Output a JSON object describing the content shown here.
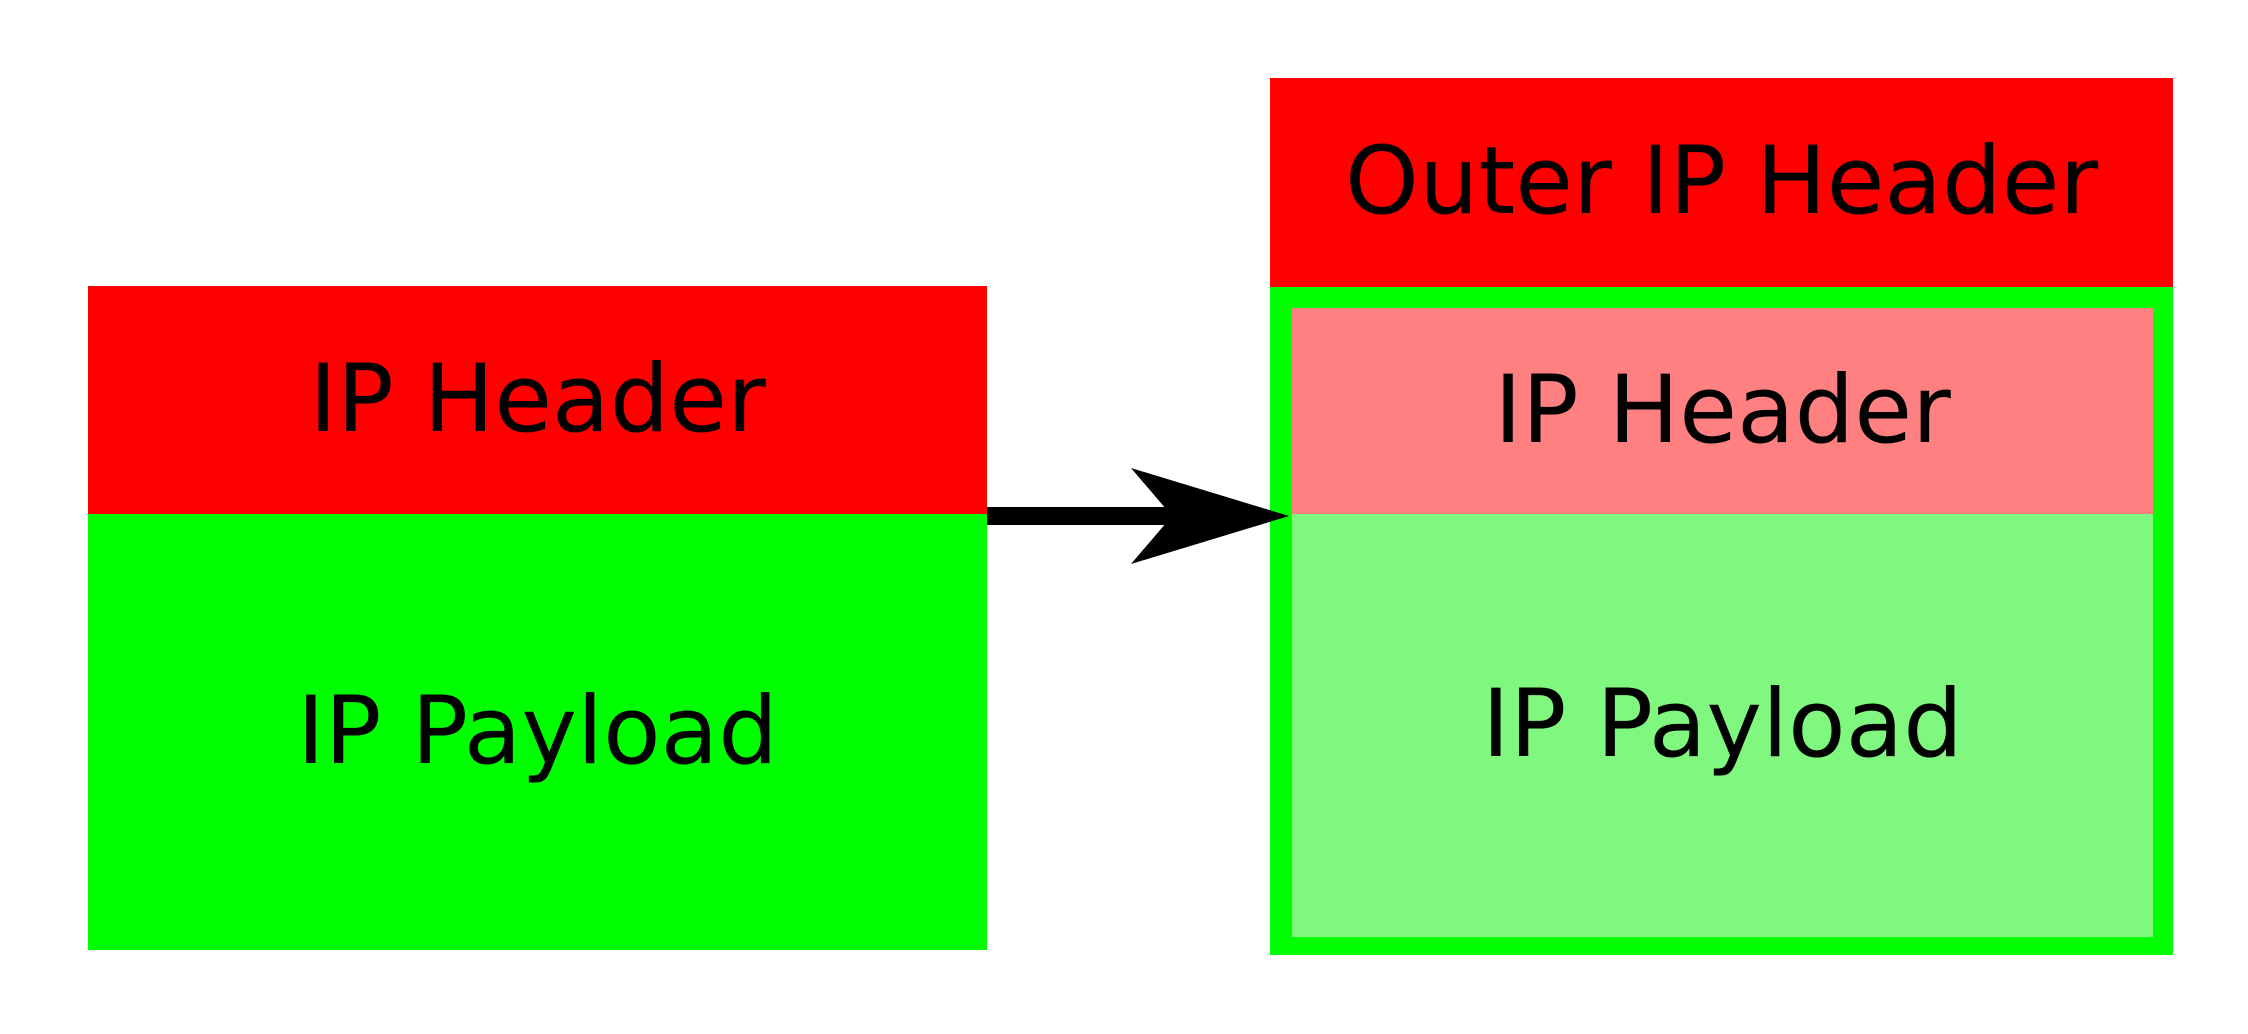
{
  "colors": {
    "background": "#ffffff",
    "header_red": "#ff0000",
    "payload_green": "#00ff00",
    "wrapper_green": "#00ff00",
    "inner_header_pink": "#ff8080",
    "inner_payload_light_green": "#80f880",
    "arrow_black": "#000000",
    "text": "#000000"
  },
  "left_packet": {
    "header_label": "IP Header",
    "payload_label": "IP Payload"
  },
  "arrow": {
    "direction": "right"
  },
  "right_packet": {
    "outer_header_label": "Outer IP Header",
    "inner_header_label": "IP Header",
    "inner_payload_label": "IP Payload"
  }
}
